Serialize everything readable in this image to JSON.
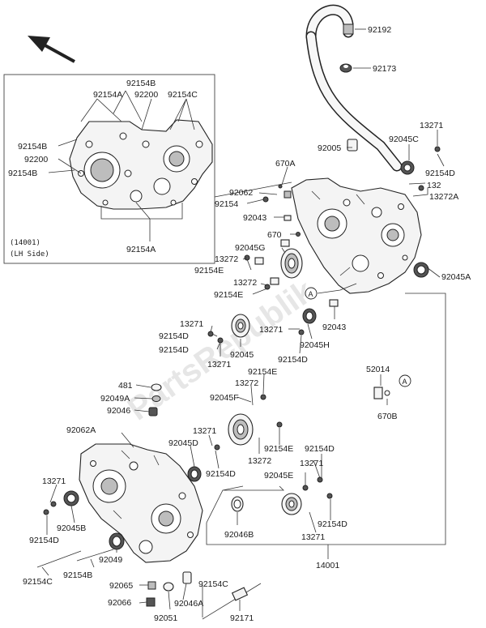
{
  "watermark": "PartsRepublik",
  "inset": {
    "note_line1": "(14001)",
    "note_line2": "(LH Side)",
    "labels": [
      "92154B",
      "92154A",
      "92200",
      "92154C",
      "92154B",
      "92200",
      "92154B",
      "92154A"
    ]
  },
  "callouts": [
    {
      "text": "92192"
    },
    {
      "text": "92173"
    },
    {
      "text": "92005"
    },
    {
      "text": "92045C"
    },
    {
      "text": "13271"
    },
    {
      "text": "92154D"
    },
    {
      "text": "132"
    },
    {
      "text": "13272A"
    },
    {
      "text": "670A"
    },
    {
      "text": "92062"
    },
    {
      "text": "92154"
    },
    {
      "text": "92043"
    },
    {
      "text": "670"
    },
    {
      "text": "92045G"
    },
    {
      "text": "13272"
    },
    {
      "text": "92154E"
    },
    {
      "text": "92045A"
    },
    {
      "text": "13272"
    },
    {
      "text": "92154E"
    },
    {
      "text": "92043"
    },
    {
      "text": "13271"
    },
    {
      "text": "92154D"
    },
    {
      "text": "92154D"
    },
    {
      "text": "92045"
    },
    {
      "text": "13271"
    },
    {
      "text": "13271"
    },
    {
      "text": "92045H"
    },
    {
      "text": "92154D"
    },
    {
      "text": "92154E"
    },
    {
      "text": "52014"
    },
    {
      "text": "481"
    },
    {
      "text": "92049A"
    },
    {
      "text": "92046"
    },
    {
      "text": "13272"
    },
    {
      "text": "92045F"
    },
    {
      "text": "670B"
    },
    {
      "text": "92062A"
    },
    {
      "text": "13271"
    },
    {
      "text": "92045D"
    },
    {
      "text": "92154D"
    },
    {
      "text": "92154E"
    },
    {
      "text": "92154D"
    },
    {
      "text": "13272"
    },
    {
      "text": "92045E"
    },
    {
      "text": "13271"
    },
    {
      "text": "13271"
    },
    {
      "text": "92045B"
    },
    {
      "text": "92154D"
    },
    {
      "text": "92046B"
    },
    {
      "text": "92154D"
    },
    {
      "text": "13271"
    },
    {
      "text": "14001"
    },
    {
      "text": "92049"
    },
    {
      "text": "92154B"
    },
    {
      "text": "92154C"
    },
    {
      "text": "92065"
    },
    {
      "text": "92154C"
    },
    {
      "text": "92066"
    },
    {
      "text": "92046A"
    },
    {
      "text": "92051"
    },
    {
      "text": "92171"
    }
  ],
  "markers": [
    "A",
    "A"
  ]
}
